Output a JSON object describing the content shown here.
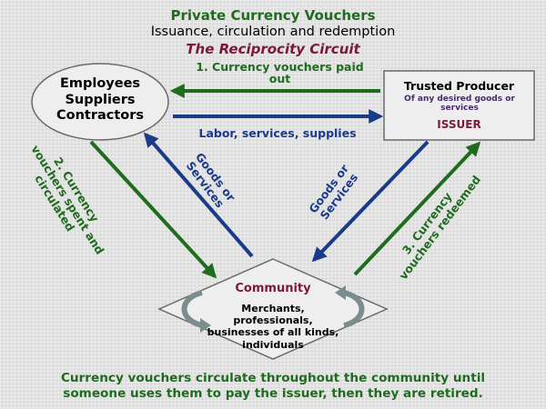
{
  "header": {
    "title": "Private Currency Vouchers",
    "subtitle": "Issuance, circulation and redemption",
    "circuit": "The Reciprocity Circuit"
  },
  "nodes": {
    "employees": [
      "Employees",
      "Suppliers",
      "Contractors"
    ],
    "producer": {
      "title": "Trusted Producer",
      "sub": [
        "Of any desired goods or",
        "services"
      ],
      "issuer": "ISSUER"
    },
    "community": {
      "title": "Community",
      "desc": [
        "Merchants, professionals,",
        "businesses of all kinds,",
        "individuals"
      ]
    }
  },
  "flows": {
    "paid": [
      "1. Currency vouchers paid",
      "out"
    ],
    "labor": "Labor, services, supplies",
    "spent": [
      "2. Currency",
      "vouchers spent and",
      "circulated"
    ],
    "goods_left": [
      "Goods or",
      "Services"
    ],
    "goods_right": [
      "Goods or",
      "Services"
    ],
    "redeemed": [
      "3. Currency",
      "vouchers redeemed"
    ]
  },
  "footer": {
    "lines": [
      "Currency vouchers circulate throughout the community until",
      "someone uses them to pay the issuer, then they are retired."
    ]
  },
  "colors": {
    "green": "#1f6b1f",
    "blue": "#1a3a8a",
    "maroon": "#7a1a3a",
    "purple": "#4a2a6a"
  }
}
